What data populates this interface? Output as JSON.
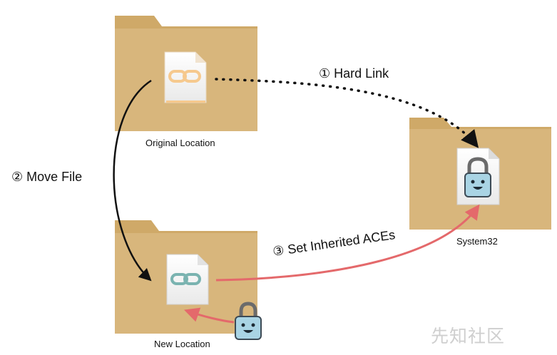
{
  "folders": {
    "original": {
      "caption": "Original Location"
    },
    "new": {
      "caption": "New Location"
    },
    "system32": {
      "caption": "System32"
    }
  },
  "steps": {
    "hard_link": "① Hard Link",
    "move_file": "② Move File",
    "set_aces": "③ Set Inherited ACEs"
  },
  "watermark": "先知社区",
  "colors": {
    "folder_fill": "#d8b67c",
    "folder_tab": "#cfa968",
    "hardlink_file_accent": "#f6c98e",
    "moved_file_accent": "#7ab3b0",
    "lock_face": "#a9d4e4",
    "red_arrow": "#e4696b",
    "black_arrow": "#111111"
  },
  "icons": [
    "folder-icon",
    "hard-link-file-icon",
    "lock-file-icon",
    "lock-icon",
    "chain-link-icon"
  ]
}
